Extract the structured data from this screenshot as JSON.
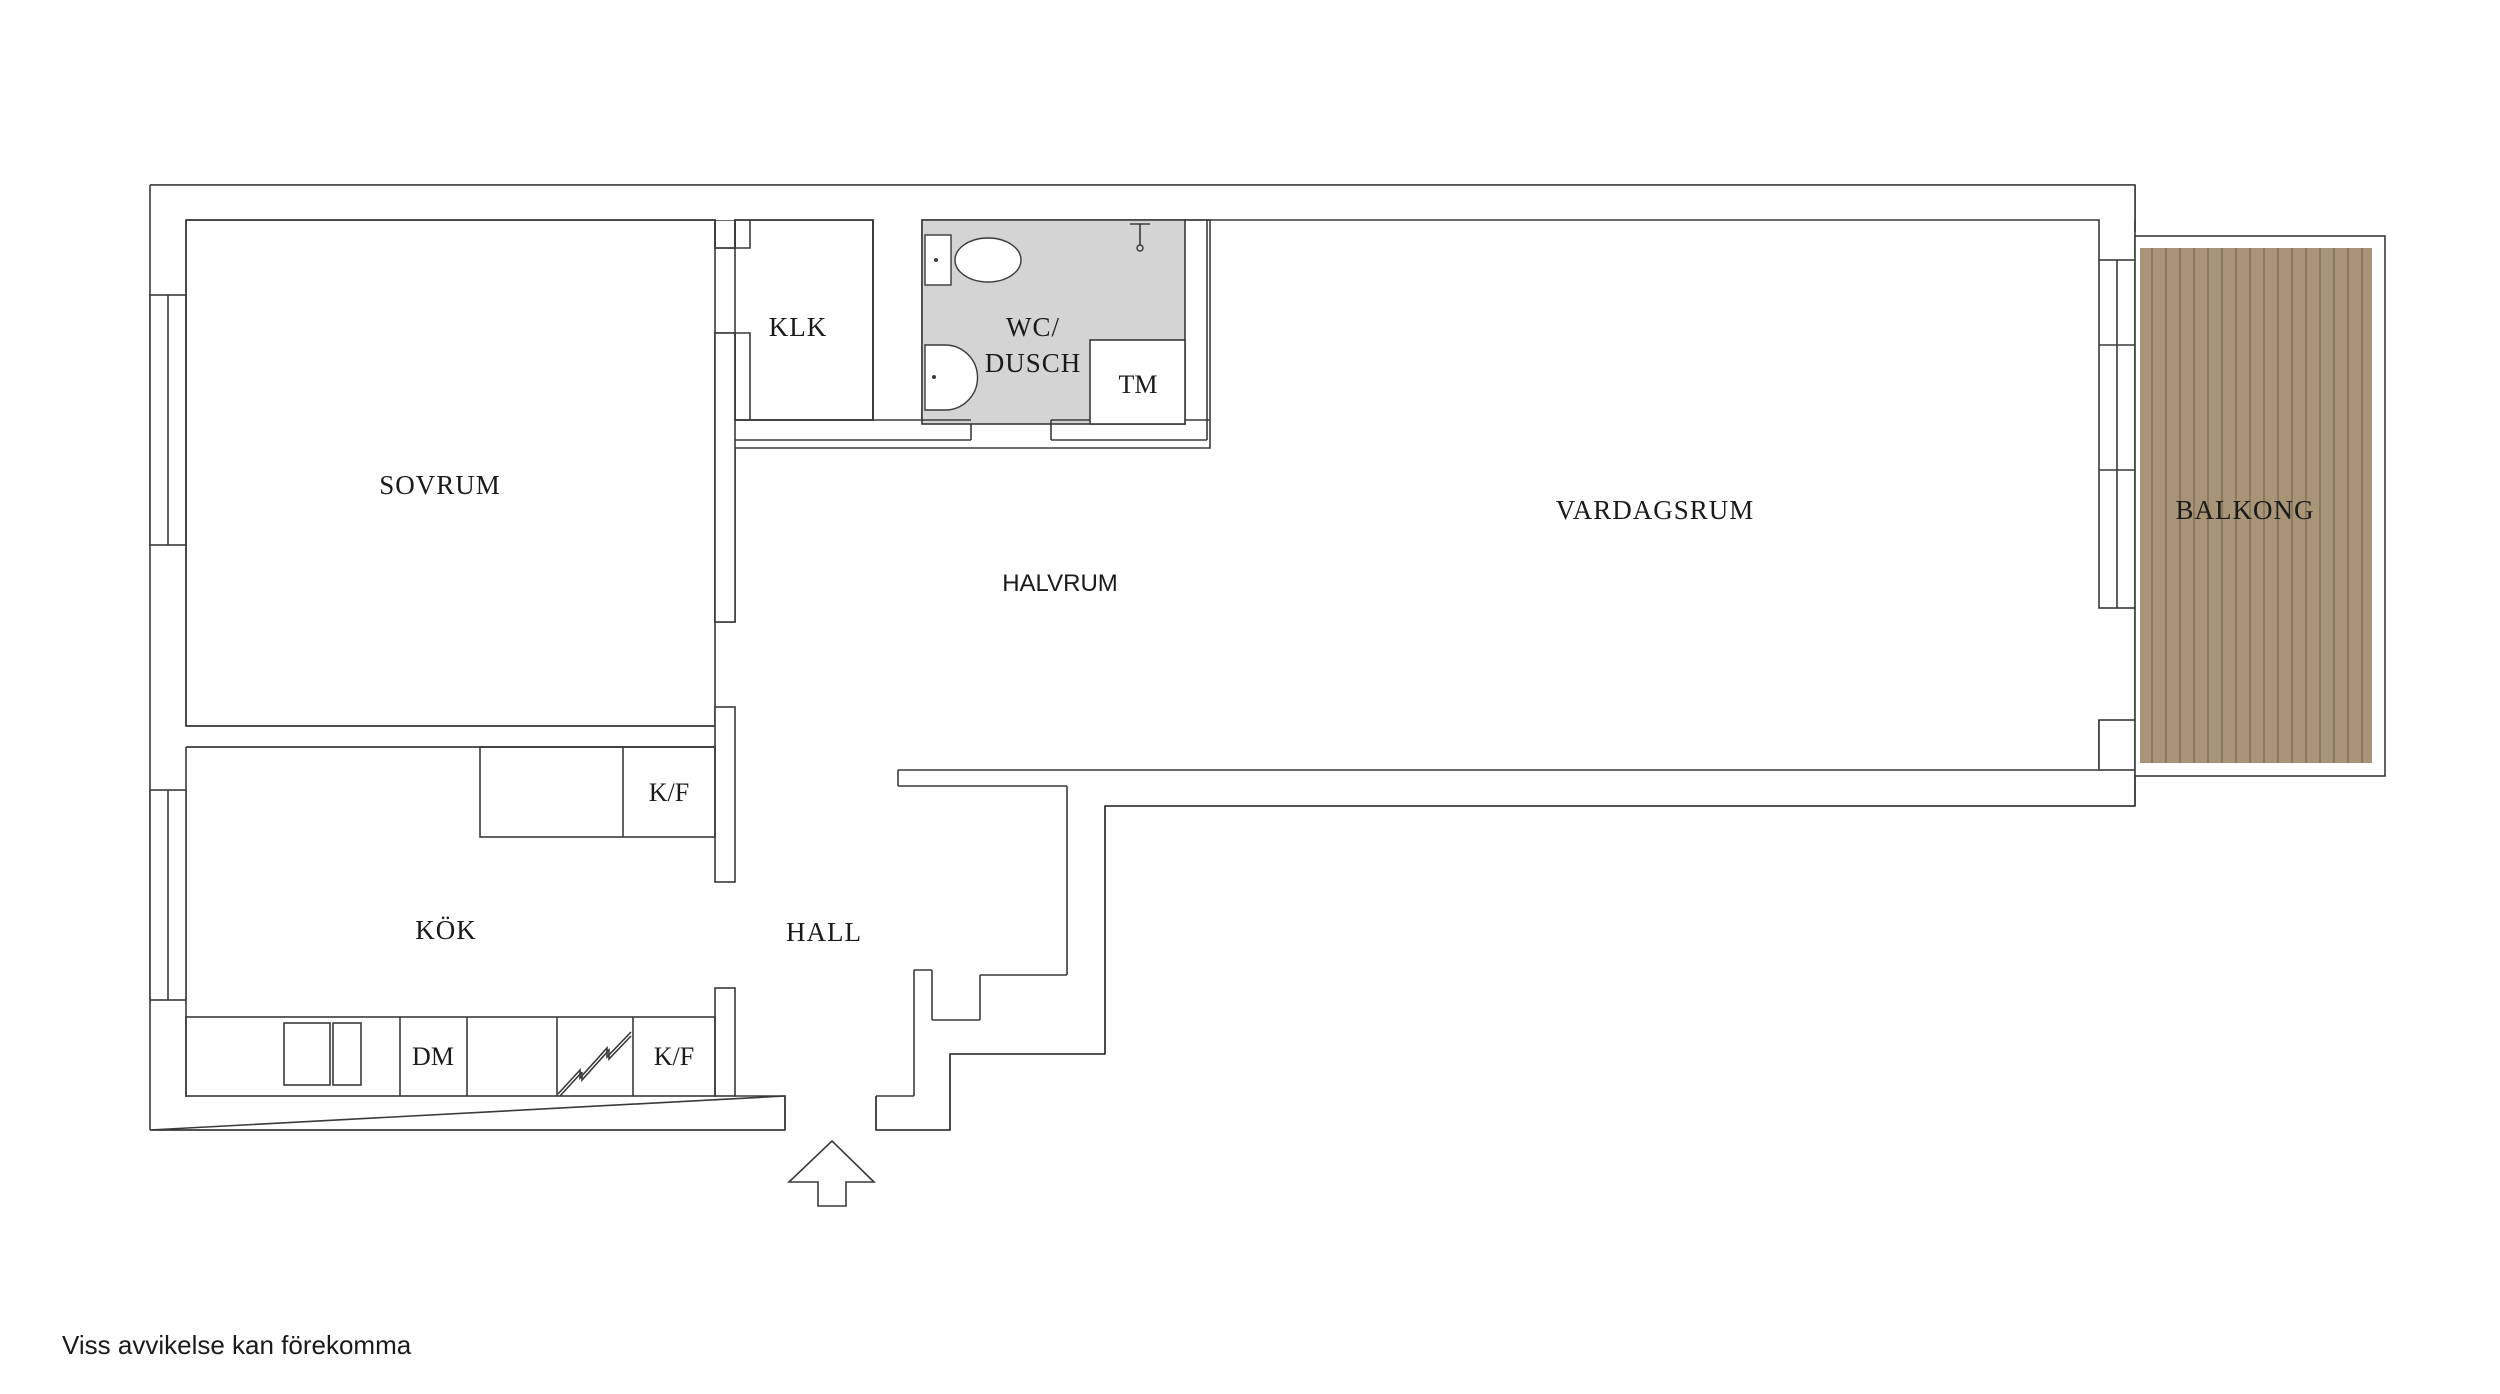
{
  "rooms": {
    "sovrum": "SOVRUM",
    "klk": "KLK",
    "wc_line1": "WC/",
    "wc_line2": "DUSCH",
    "tm": "TM",
    "halvrum": "HALVRUM",
    "vardagsrum": "VARDAGSRUM",
    "balkong": "BALKONG",
    "kok": "KÖK",
    "hall": "HALL",
    "kf_upper": "K/F",
    "kf_lower": "K/F",
    "dm": "DM"
  },
  "note": "Viss avvikelse kan förekomma",
  "colors": {
    "wc_floor": "#d4d4d4",
    "balcony_deck": "#a89477",
    "wall_line": "#3a3a3a"
  },
  "icons": [
    "entrance-arrow-icon",
    "toilet-icon",
    "sink-icon",
    "shower-icon",
    "stove-icon",
    "sink-basin-icon",
    "fridge-freezer-icon",
    "dishwasher-icon"
  ]
}
